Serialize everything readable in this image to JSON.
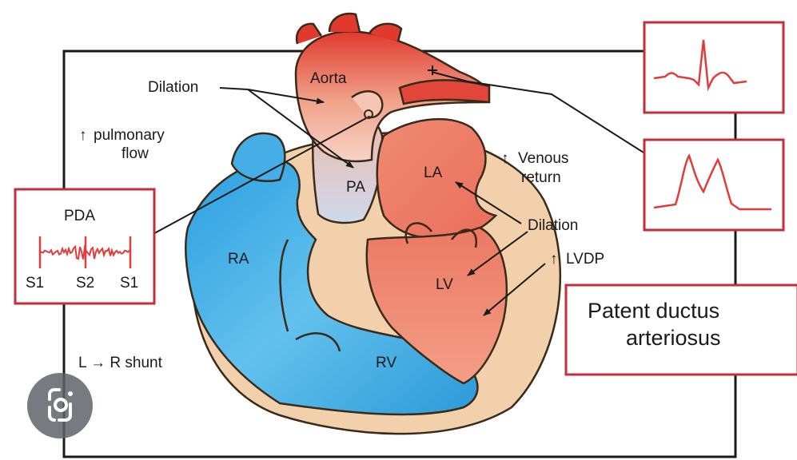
{
  "labels": {
    "aorta": "Aorta",
    "dilation_top": "Dilation",
    "pulmonary_arrow": "↑",
    "pulmonary_line1": "pulmonary",
    "pulmonary_line2": "flow",
    "pa": "PA",
    "la": "LA",
    "venous_arrow": "↑",
    "venous_line1": "Venous",
    "venous_line2": "return",
    "dilation_right": "Dilation",
    "lvdp_arrow": "↑",
    "lvdp": "LVDP",
    "ra": "RA",
    "lv": "LV",
    "rv": "RV",
    "shunt": "L → R shunt"
  },
  "pda_box": {
    "title": "PDA",
    "s1_left": "S1",
    "s2": "S2",
    "s1_right": "S1"
  },
  "title_box": {
    "line1": "Patent ductus",
    "line2": "arteriosus"
  },
  "icons": {
    "lens": "google-lens-icon"
  },
  "colors": {
    "red": "#e2453a",
    "blue": "#2aa2dd",
    "tan": "#f3d2ae",
    "box_border": "#c42d3a",
    "trace": "#e23b3b"
  }
}
